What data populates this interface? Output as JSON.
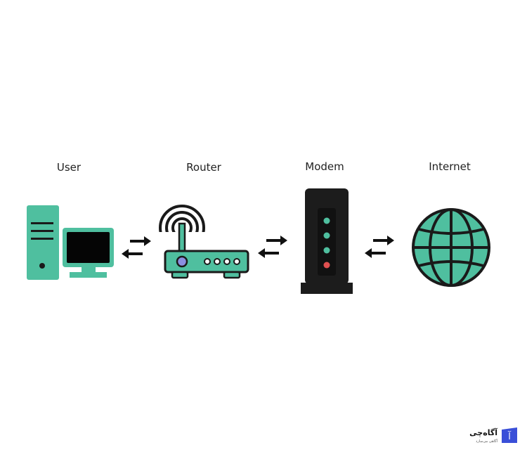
{
  "nodes": [
    {
      "id": "user",
      "label": "User",
      "icon": "computer-icon"
    },
    {
      "id": "router",
      "label": "Router",
      "icon": "router-icon"
    },
    {
      "id": "modem",
      "label": "Modem",
      "icon": "modem-icon"
    },
    {
      "id": "internet",
      "label": "Internet",
      "icon": "globe-icon"
    }
  ],
  "connections": [
    {
      "from": "user",
      "to": "router",
      "direction": "bidirectional"
    },
    {
      "from": "router",
      "to": "modem",
      "direction": "bidirectional"
    },
    {
      "from": "modem",
      "to": "internet",
      "direction": "bidirectional"
    }
  ],
  "colors": {
    "teal": "#4fbf9f",
    "outline": "#1a1a1a",
    "screen": "#050505",
    "modem_body": "#1c1c1c",
    "modem_led_green": "#4fbf9f",
    "modem_led_red": "#e05050",
    "logo_blue": "#3a4fd8"
  },
  "watermark": {
    "title": "آگاه‌چی",
    "subtitle": "آگاهی می‌سازد"
  }
}
